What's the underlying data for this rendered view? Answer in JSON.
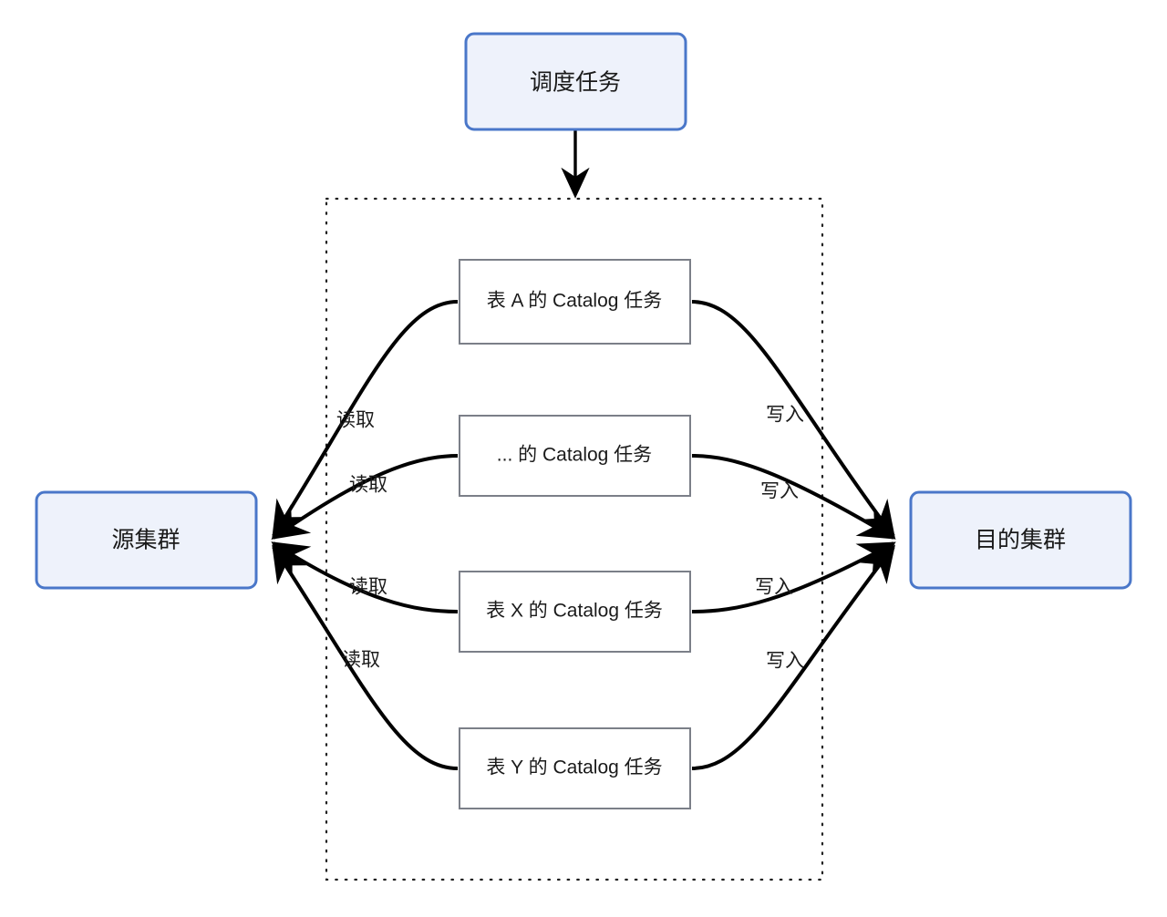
{
  "diagram": {
    "title_node": {
      "label": "调度任务",
      "shape": "rounded-rect",
      "fill": "#eef2fb",
      "stroke": "#4a77c9"
    },
    "source_node": {
      "label": "源集群",
      "shape": "rounded-rect",
      "fill": "#eef2fb",
      "stroke": "#4a77c9"
    },
    "destination_node": {
      "label": "目的集群",
      "shape": "rounded-rect",
      "fill": "#eef2fb",
      "stroke": "#4a77c9"
    },
    "tasks": [
      {
        "label": "表 A 的 Catalog 任务"
      },
      {
        "label": "... 的 Catalog 任务"
      },
      {
        "label": "表 X 的 Catalog 任务"
      },
      {
        "label": "表 Y 的 Catalog 任务"
      }
    ],
    "read_labels": [
      "读取",
      "读取",
      "读取",
      "读取"
    ],
    "write_labels": [
      "写入",
      "写入",
      "写入",
      "写入"
    ],
    "colors": {
      "cluster_fill": "#eef2fb",
      "cluster_stroke": "#4a77c9",
      "task_fill": "#ffffff",
      "task_stroke": "#7b7f88",
      "edge": "#000000",
      "group_border": "#222222",
      "background": "#ffffff"
    }
  }
}
